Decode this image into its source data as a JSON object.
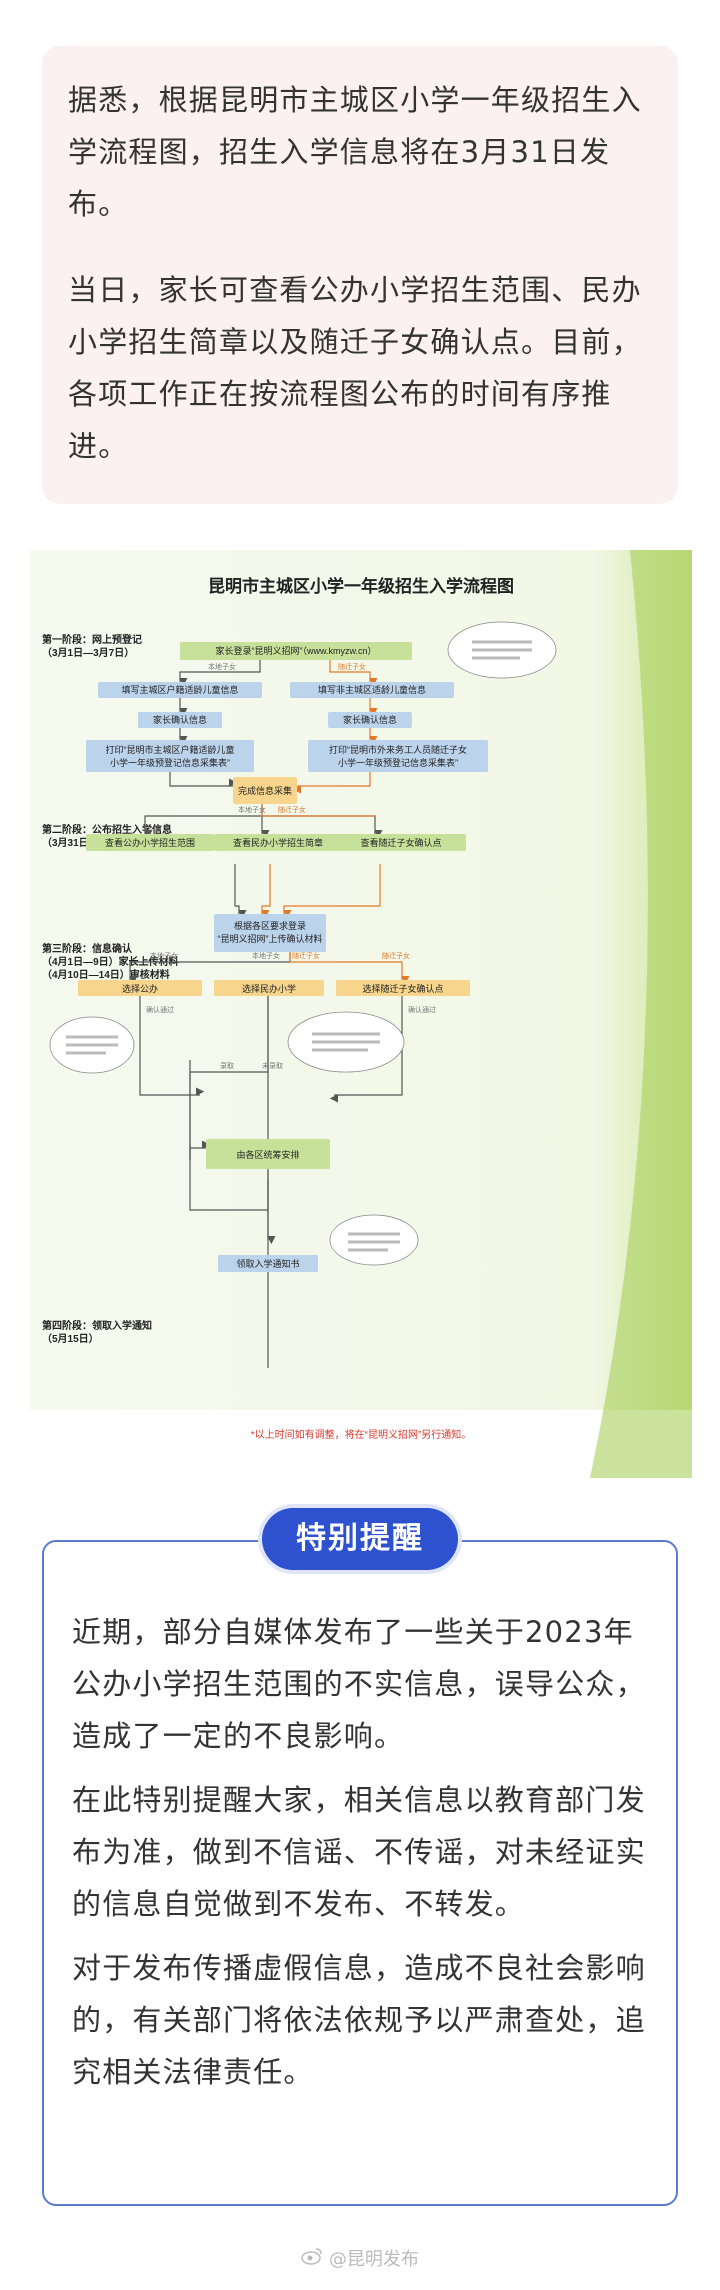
{
  "intro": {
    "p1": "据悉，根据昆明市主城区小学一年级招生入学流程图，招生入学信息将在3月31日发布。",
    "p2": "当日，家长可查看公办小学招生范围、民办小学招生简章以及随迁子女确认点。目前，各项工作正在按流程图公布的时间有序推进。"
  },
  "flowchart": {
    "title": "昆明市主城区小学一年级招生入学流程图",
    "stage1": {
      "title": "第一阶段：网上预登记",
      "date": "（3月1日—3月7日）"
    },
    "stage2": {
      "title": "第二阶段：公布招生入学信息",
      "date": "（3月31日）"
    },
    "stage3": {
      "title": "第三阶段：信息确认",
      "date1": "（4月1日—9日）家长上传材料",
      "date2": "（4月10日—14日）审核材料"
    },
    "stage4": {
      "title": "第四阶段：领取入学通知",
      "date": "（5月15日）"
    },
    "nodes": {
      "login": "家长登录“昆明义招网”（www.kmyzw.cn）",
      "fill_local": "填写主城区户籍适龄儿童信息",
      "fill_nonlocal": "填写非主城区适龄儿童信息",
      "confirm_local": "家长确认信息",
      "confirm_nonlocal": "家长确认信息",
      "print_local_1": "打印“昆明市主城区户籍适龄儿童",
      "print_local_2": "小学一年级预登记信息采集表”",
      "print_nonlocal_1": "打印“昆明市外来务工人员随迁子女",
      "print_nonlocal_2": "小学一年级预登记信息采集表”",
      "complete": "完成信息采集",
      "view_public": "查看公办小学招生范围",
      "view_private": "查看民办小学招生简章",
      "view_migrant": "查看随迁子女确认点",
      "upload_1": "根据各区要求登录",
      "upload_2": "“昆明义招网”上传确认材料",
      "choose_public": "选择公办",
      "choose_private": "选择民办小学",
      "choose_migrant": "选择随迁子女确认点",
      "arrange": "由各区统筹安排",
      "receive": "领取入学通知书"
    },
    "labels": {
      "local": "本地子女",
      "migrant": "随迁子女",
      "confirm_pass": "确认通过",
      "admitted": "录取",
      "not_admitted": "未录取"
    },
    "footnote": "*以上时间如有调整，将在“昆明义招网”另行通知。"
  },
  "notice": {
    "title": "特别提醒",
    "p1": "近期，部分自媒体发布了一些关于2023年公办小学招生范围的不实信息，误导公众，造成了一定的不良影响。",
    "p2": "在此特别提醒大家，相关信息以教育部门发布为准，做到不信谣、不传谣，对未经证实的信息自觉做到不发布、不转发。",
    "p3": "对于发布传播虚假信息，造成不良社会影响的，有关部门将依法依规予以严肃查处，追究相关法律责任。"
  },
  "footer": {
    "watermark": "@昆明发布"
  },
  "colors": {
    "node_green": "#c7e19a",
    "node_blue": "#bcd3ec",
    "node_orange": "#f7d58c",
    "notice_blue": "#2e52cf",
    "arrow_orange": "#e07a2a"
  }
}
